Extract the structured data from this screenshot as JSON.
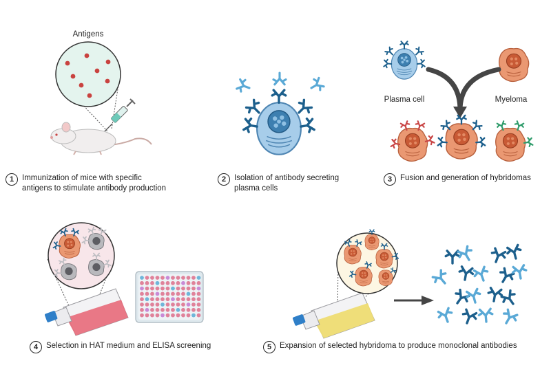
{
  "labels": {
    "antigens": "Antigens",
    "plasma_cell": "Plasma cell",
    "myeloma": "Myeloma"
  },
  "steps": [
    {
      "number": "1",
      "text_line1": "Immunization of mice with specific",
      "text_line2": "antigens to stimulate antibody production"
    },
    {
      "number": "2",
      "text_line1": "Isolation of  antibody secreting",
      "text_line2": "plasma cells"
    },
    {
      "number": "3",
      "text_line1": "Fusion and generation of hybridomas",
      "text_line2": ""
    },
    {
      "number": "4",
      "text_line1": "Selection in HAT medium and ELISA screening",
      "text_line2": ""
    },
    {
      "number": "5",
      "text_line1": "Expansion of selected hybridoma to produce monoclonal antibodies",
      "text_line2": ""
    }
  ],
  "colors": {
    "antibody_dark": "#1c5f8c",
    "antibody_light": "#5aa9d6",
    "plasma_cell": "#9cc7e8",
    "plasma_nucleus": "#3d7fb0",
    "myeloma": "#e8916a",
    "myeloma_nucleus": "#c85a35",
    "antigen_dot": "#c9423f",
    "red_antibody": "#c94545",
    "green_antibody": "#2e9b6a",
    "flask_pink": "#e86a7a",
    "flask_yellow": "#eedc72",
    "arrow": "#444444"
  }
}
